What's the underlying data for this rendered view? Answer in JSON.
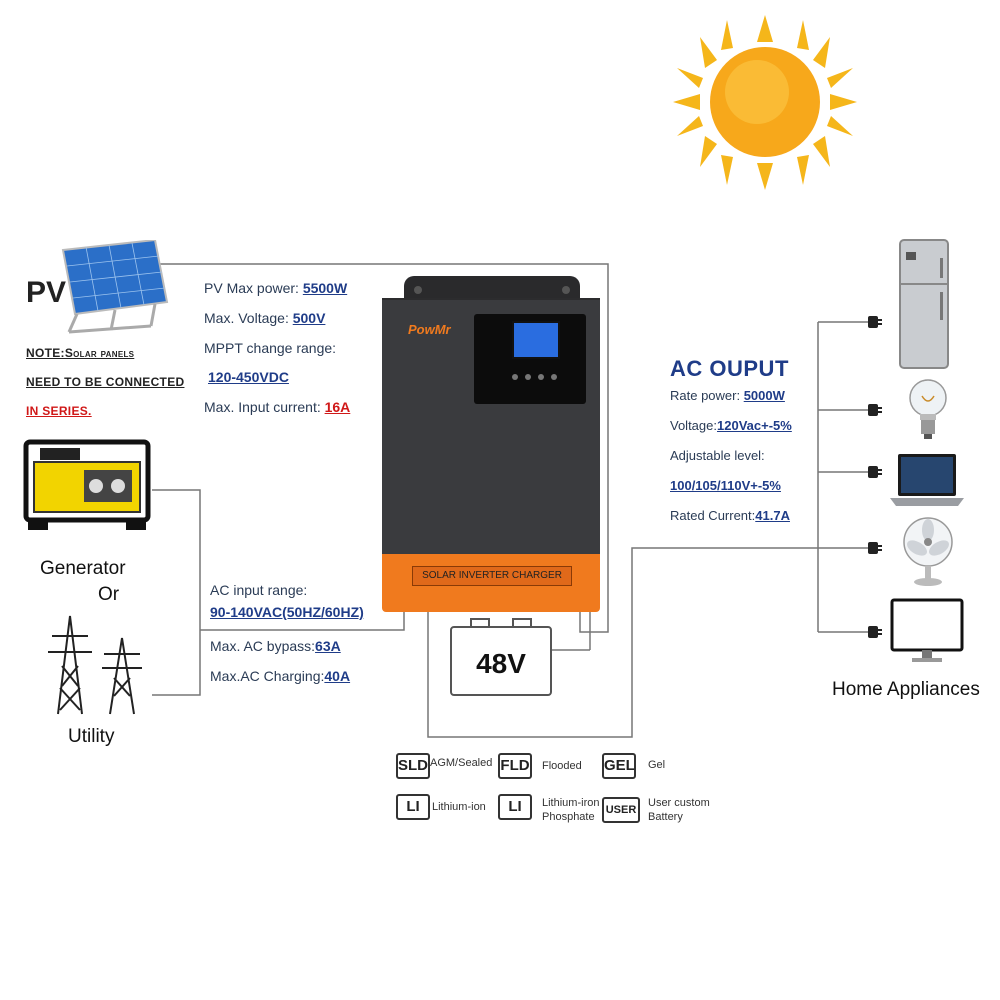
{
  "pv": {
    "label": "PV",
    "note_line1": "NOTE:Solar panels",
    "note_line2": "NEED TO BE CONNECTED",
    "note_line3": "IN SERIES."
  },
  "pv_specs": {
    "max_power_label": "PV Max power: ",
    "max_power_value": "5500W",
    "max_voltage_label": "Max. Voltage: ",
    "max_voltage_value": "500V",
    "mppt_label": "MPPT change range:",
    "mppt_value": "120-450VDC",
    "max_current_label": "Max. Input current: ",
    "max_current_value": "16A"
  },
  "inverter": {
    "brand": "PowMr",
    "band_label": "SOLAR INVERTER CHARGER"
  },
  "ac_input": {
    "range_label": "AC input range:",
    "range_value": "90-140VAC(50HZ/60HZ)",
    "bypass_label": "Max. AC bypass:",
    "bypass_value": "63A",
    "charging_label": "Max.AC Charging:",
    "charging_value": "40A"
  },
  "sources": {
    "generator": "Generator",
    "or": "Or",
    "utility": "Utility"
  },
  "battery": {
    "voltage": "48V"
  },
  "battery_types": [
    {
      "code": "SLD",
      "label": "AGM/Sealed"
    },
    {
      "code": "FLD",
      "label": "Flooded"
    },
    {
      "code": "GEL",
      "label": "Gel"
    },
    {
      "code": "LI",
      "label": "Lithium-ion"
    },
    {
      "code": "LI",
      "label": "Lithium-iron Phosphate"
    },
    {
      "code": "USER",
      "label": "User custom Battery"
    }
  ],
  "ac_output": {
    "title": "AC OUPUT",
    "rate_label": "Rate power: ",
    "rate_value": "5000W",
    "voltage_label": "Voltage:",
    "voltage_value": "120Vac+-5%",
    "adjustable_label": "Adjustable level:",
    "adjustable_value": "100/105/110V+-5%",
    "current_label": "Rated Current:",
    "current_value": "41.7A"
  },
  "appliances": {
    "caption": "Home Appliances",
    "items": [
      "refrigerator-icon",
      "light-bulb-icon",
      "laptop-icon",
      "fan-icon",
      "monitor-icon"
    ]
  },
  "colors": {
    "accent_orange": "#f07a1e",
    "inverter_body": "#3a3b3e",
    "sun": "#f5b61a",
    "spec_blue": "#1f3c88",
    "warning_red": "#d01818"
  }
}
